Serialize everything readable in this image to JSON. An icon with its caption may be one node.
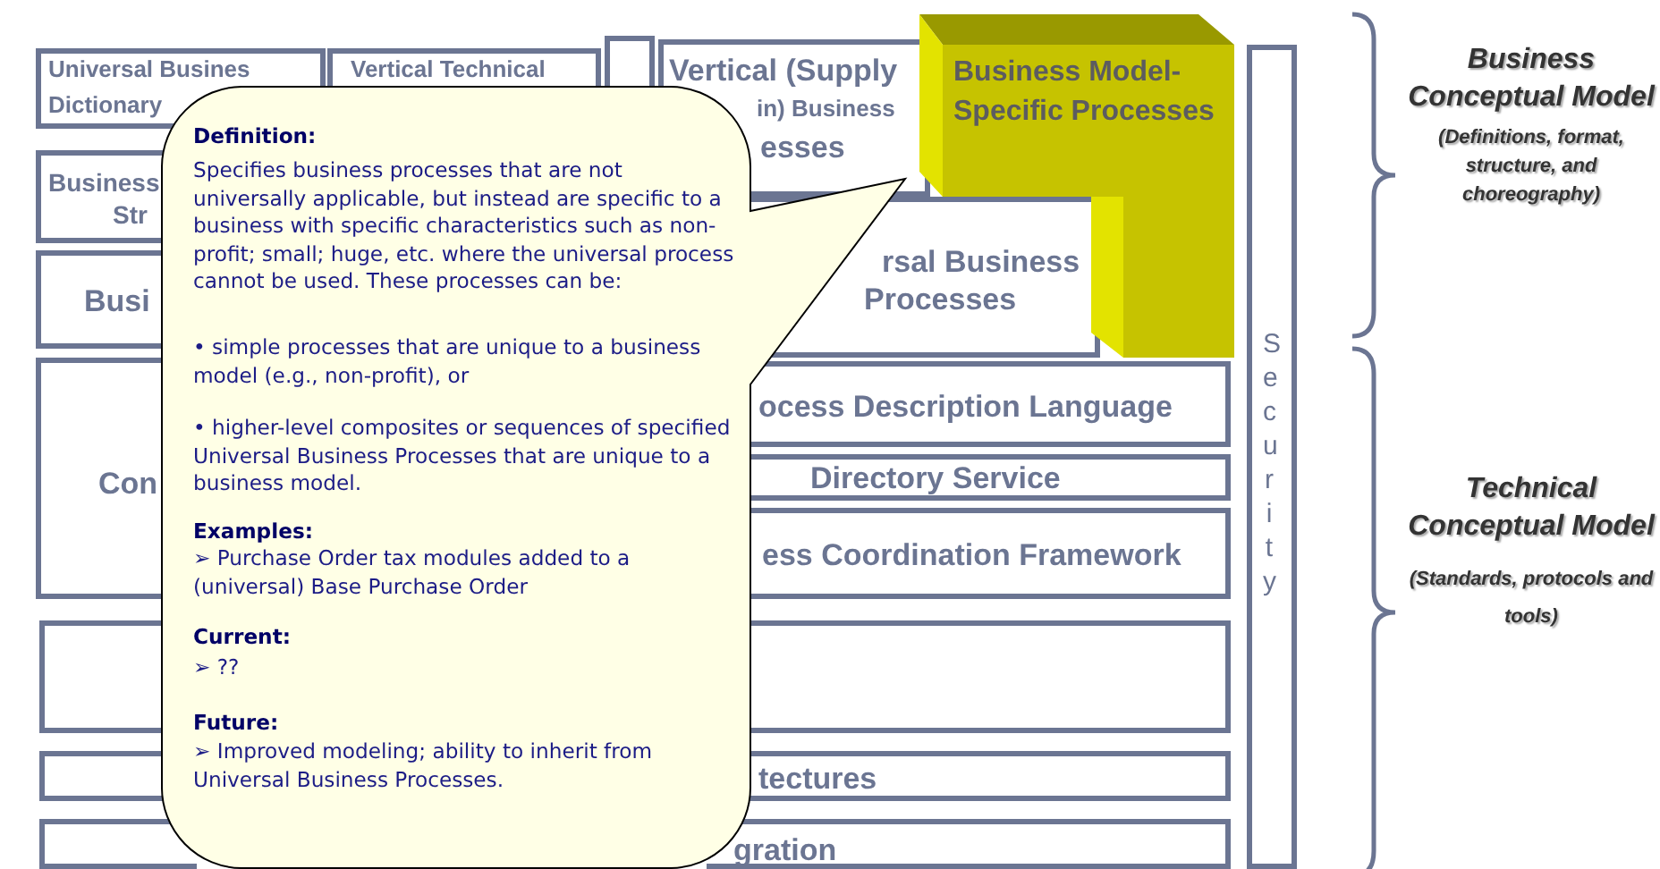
{
  "diagram": {
    "nodes": [
      {
        "text": [
          "Universal Busines",
          "Dictionary"
        ]
      },
      {
        "text": [
          "Vertical Technical"
        ]
      },
      {
        "text": [],
        "shape": "box"
      },
      {
        "text": [
          "Vertical (Supply",
          "in) Business",
          "esses"
        ]
      },
      {
        "text": [
          "Business",
          "Str"
        ]
      },
      {
        "text": [
          "Busi"
        ]
      },
      {
        "text": [
          "rsal Business",
          "Processes"
        ]
      },
      {
        "text": [
          "Con"
        ]
      },
      {
        "text": [
          "ocess Description Language"
        ]
      },
      {
        "text": [
          "Directory Service"
        ]
      },
      {
        "text": [
          "ess Coordination Framework"
        ]
      },
      {
        "text": [],
        "shape": "box"
      },
      {
        "text": [],
        "shape": "box"
      },
      {
        "text": [],
        "shape": "box"
      },
      {
        "text": [
          "tectures"
        ]
      },
      {
        "text": [],
        "shape": "box"
      },
      {
        "text": [
          "gration"
        ]
      },
      {
        "text": [
          "Security"
        ]
      },
      {
        "text": [
          "Business Model-Specific Processes"
        ]
      },
      {
        "text": [
          "Definition:",
          "Specifies business processes that are not universally applicable, but instead are specific to a business with specific characteristics such as non-profit; small; huge, etc. where the universal process cannot be used. These processes can be:",
          "• simple processes that are unique to a business model (e.g., non-profit), or",
          "• higher-level composites or sequences of specified Universal Business Processes that are unique to a business model.",
          "Examples:",
          "➢ Purchase Order tax modules added to a (universal) Base Purchase Order",
          "Current:",
          "➢ ??",
          "Future:",
          "➢ Improved modeling; ability to inherit from Universal Business Processes."
        ]
      }
    ],
    "labels": [
      "Business Conceptual Model",
      "(Definitions, format, structure, and choreography)",
      "Technical Conceptual Model",
      "(Standards, protocols and tools)"
    ]
  }
}
